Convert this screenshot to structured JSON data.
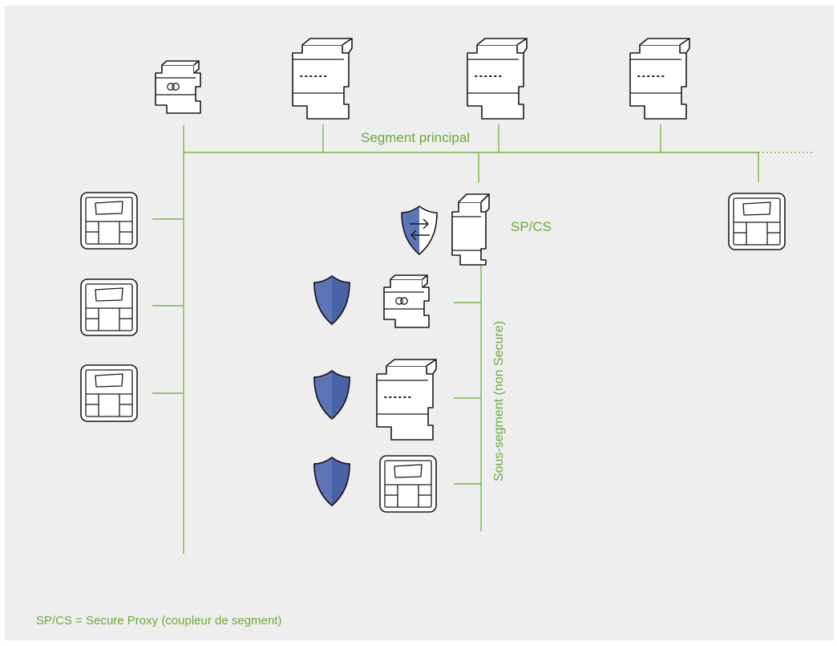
{
  "diagram": {
    "main_segment_label": "Segment principal",
    "proxy_label": "SP/CS",
    "sub_segment_label": "Sous-segment (non Secure)",
    "legend": "SP/CS = Secure Proxy (coupleur de segment)"
  },
  "colors": {
    "background": "#eeeeee",
    "bus_line": "#7ab648",
    "label_text": "#6aaa3a",
    "shield_fill": "#5d74b8",
    "outline": "#1a1a1a"
  },
  "icons": {
    "supply": "power-supply-icon",
    "actuator": "din-rail-actuator-icon",
    "panel": "push-button-panel-icon",
    "coupler": "segment-coupler-icon",
    "proxy_shield": "proxy-shield-icon",
    "secure_shield": "secure-shield-icon"
  }
}
